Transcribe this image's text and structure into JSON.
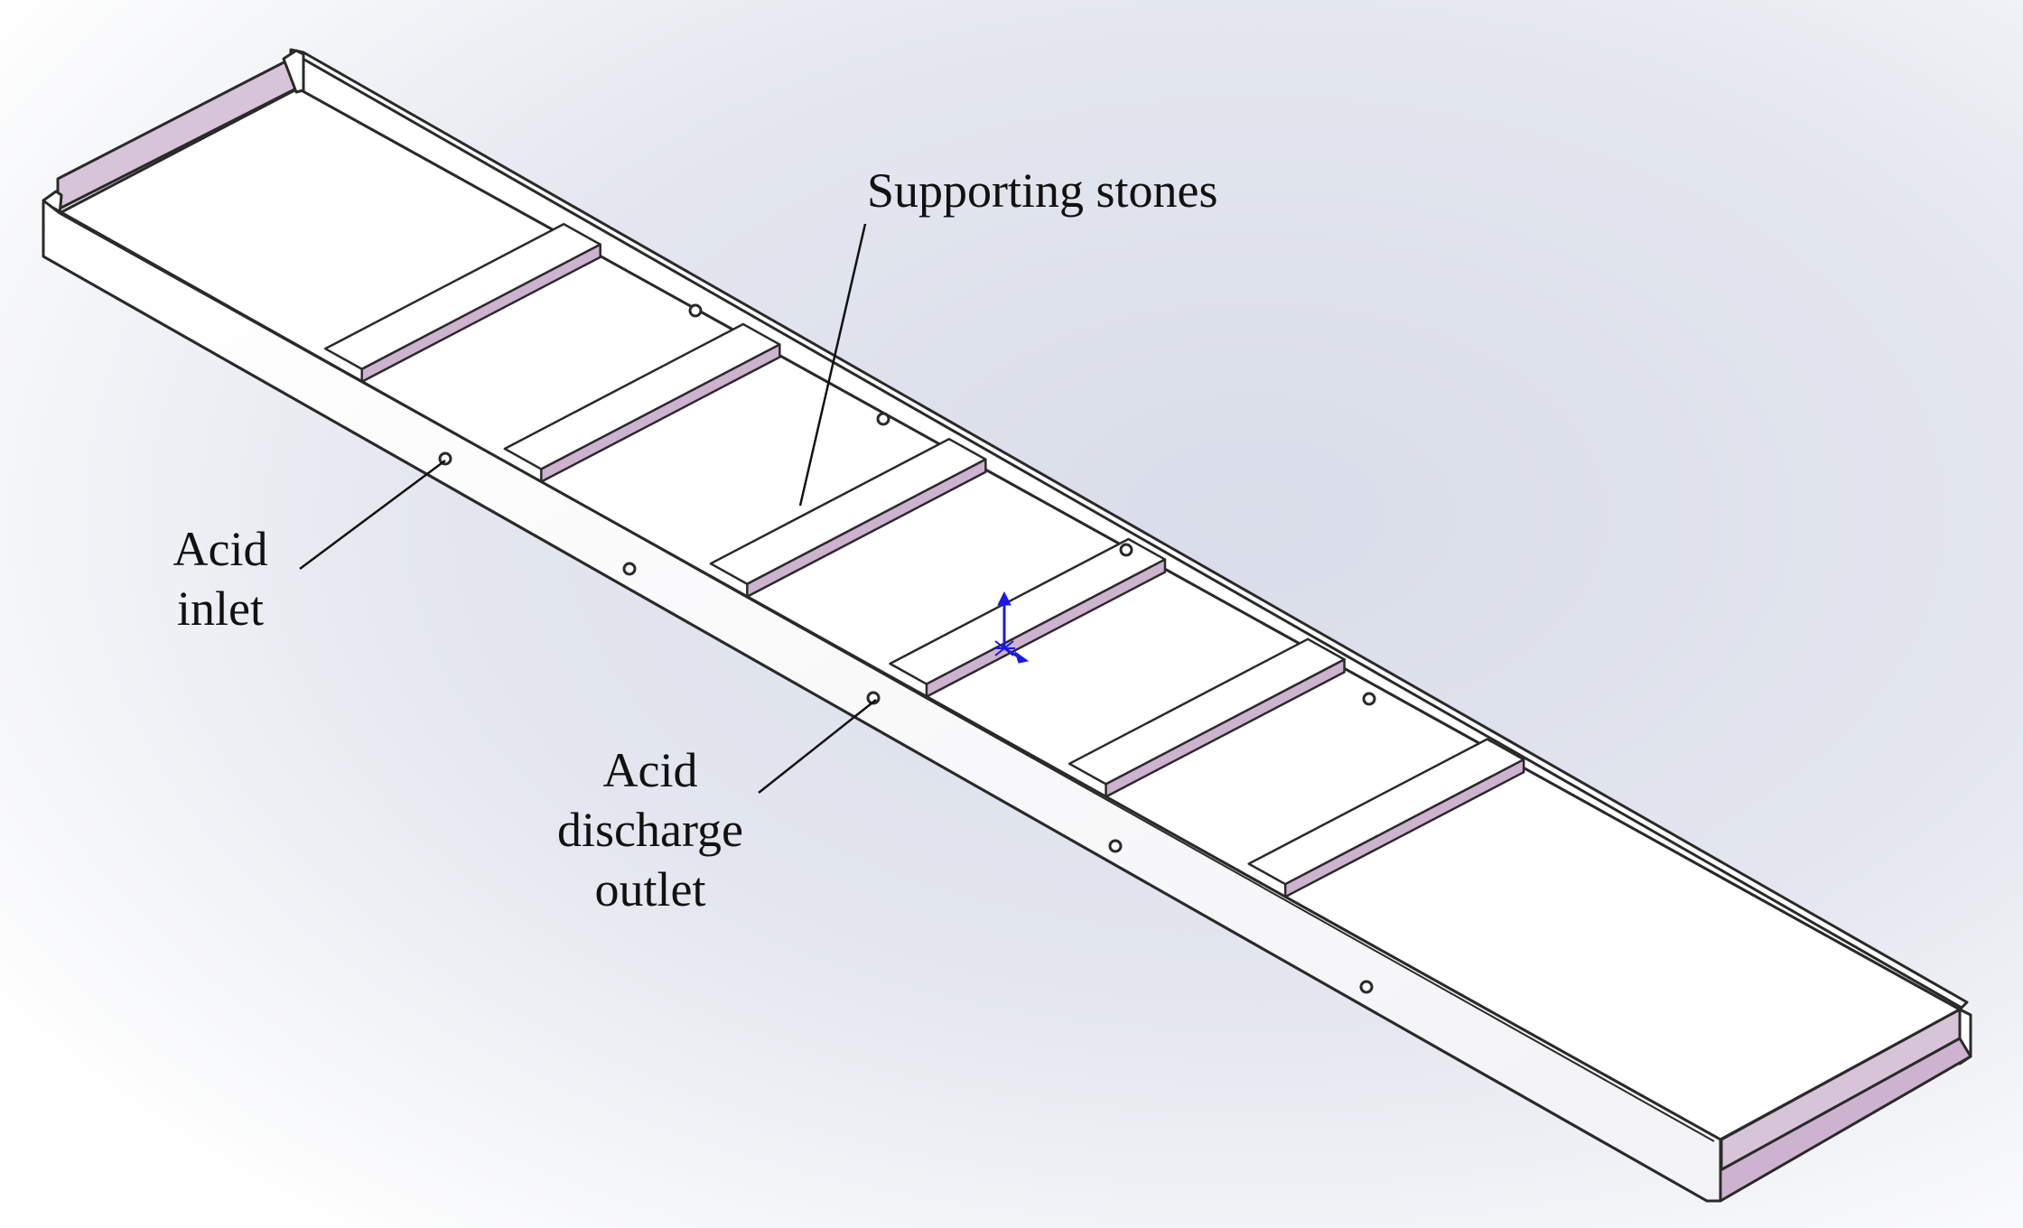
{
  "labels": {
    "supporting_stones": "Supporting stones",
    "acid_inlet": [
      "Acid",
      "inlet"
    ],
    "acid_discharge_outlet": [
      "Acid",
      "discharge",
      "outlet"
    ]
  },
  "colors": {
    "background_center": "#d9dde9",
    "background_edge": "#ffffff",
    "tray_face": "#ffffff",
    "tray_edge": "#2a2a2a",
    "end_wall": "#d8c4d9",
    "support_face": "#cdb3cf",
    "triad_axis": "#1a1ae6"
  },
  "icons": {
    "coordinate_triad": "coordinate-triad-icon",
    "port_hole": "port-hole-icon"
  },
  "tray": {
    "support_count": 6,
    "port_count": 9
  }
}
